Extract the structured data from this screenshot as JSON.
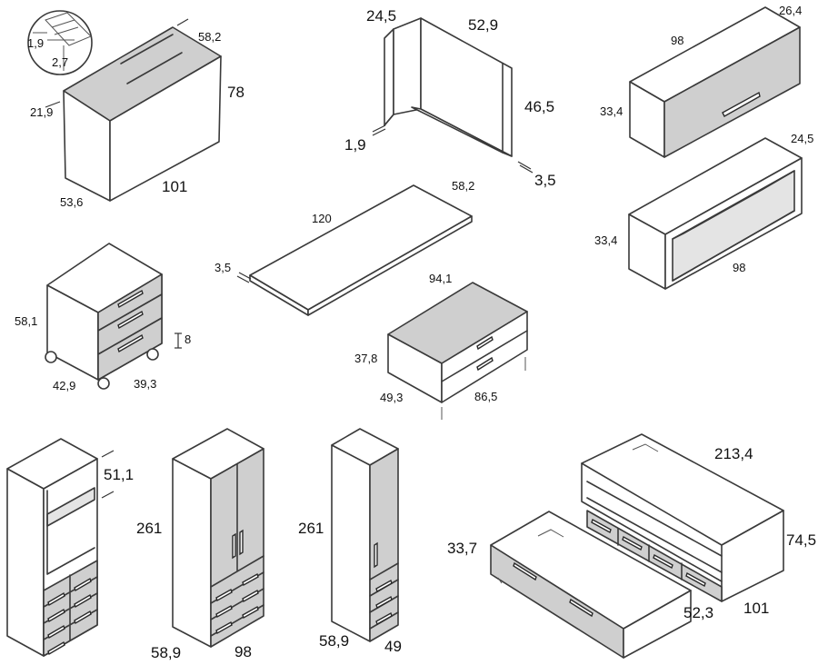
{
  "colors": {
    "line": "#3a3a3a",
    "panel_grey": "#cfcfcf",
    "light_grey": "#e4e4e4",
    "background": "#ffffff"
  },
  "dimensions": {
    "desk": {
      "inset_a": "1,9",
      "inset_b": "2,7",
      "top_depth": "58,2",
      "height": "78",
      "overhang": "21,9",
      "width": "101",
      "depth": "53,6"
    },
    "corner_panel": {
      "depth": "24,5",
      "width": "52,9",
      "height": "46,5",
      "thickness": "1,9",
      "thickness_b": "3,5"
    },
    "wall_unit_door": {
      "width": "98",
      "depth": "26,4",
      "height": "33,4"
    },
    "wall_unit_open": {
      "depth": "24,5",
      "height": "33,4",
      "width": "98"
    },
    "table_top": {
      "width": "120",
      "depth": "58,2",
      "thickness": "3,5"
    },
    "drawer_pedestal": {
      "height": "58,1",
      "drawer_h": "8",
      "depth": "42,9",
      "width": "39,3"
    },
    "low_chest": {
      "width": "94,1",
      "height": "37,8",
      "depth": "49,3",
      "length": "86,5"
    },
    "tall_open_unit": {
      "niche": "51,1"
    },
    "wardrobe_2door": {
      "height": "261",
      "depth": "58,9",
      "width": "98"
    },
    "wardrobe_1door": {
      "height": "261",
      "depth": "58,9",
      "width": "49"
    },
    "bed": {
      "length": "213,4",
      "height": "74,5",
      "width": "101",
      "drawer_depth": "33,7",
      "trundle_width": "52,3"
    }
  }
}
